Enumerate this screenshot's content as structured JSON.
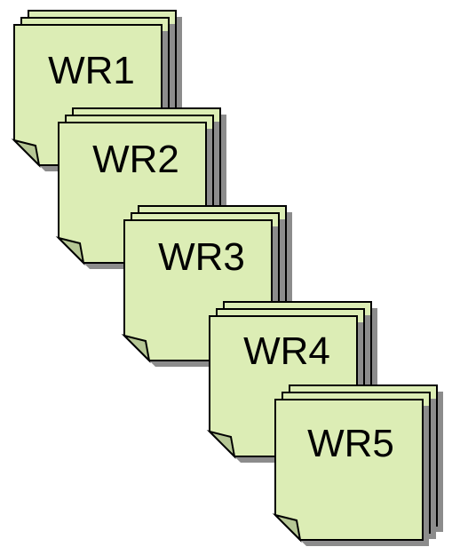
{
  "colors": {
    "page_fill": "#dcedb5",
    "fold_fill": "#b6c795",
    "outline": "#000000",
    "shadow": "#8c8c8c"
  },
  "stacks": [
    {
      "label": "WR1"
    },
    {
      "label": "WR2"
    },
    {
      "label": "WR3"
    },
    {
      "label": "WR4"
    },
    {
      "label": "WR5"
    }
  ]
}
